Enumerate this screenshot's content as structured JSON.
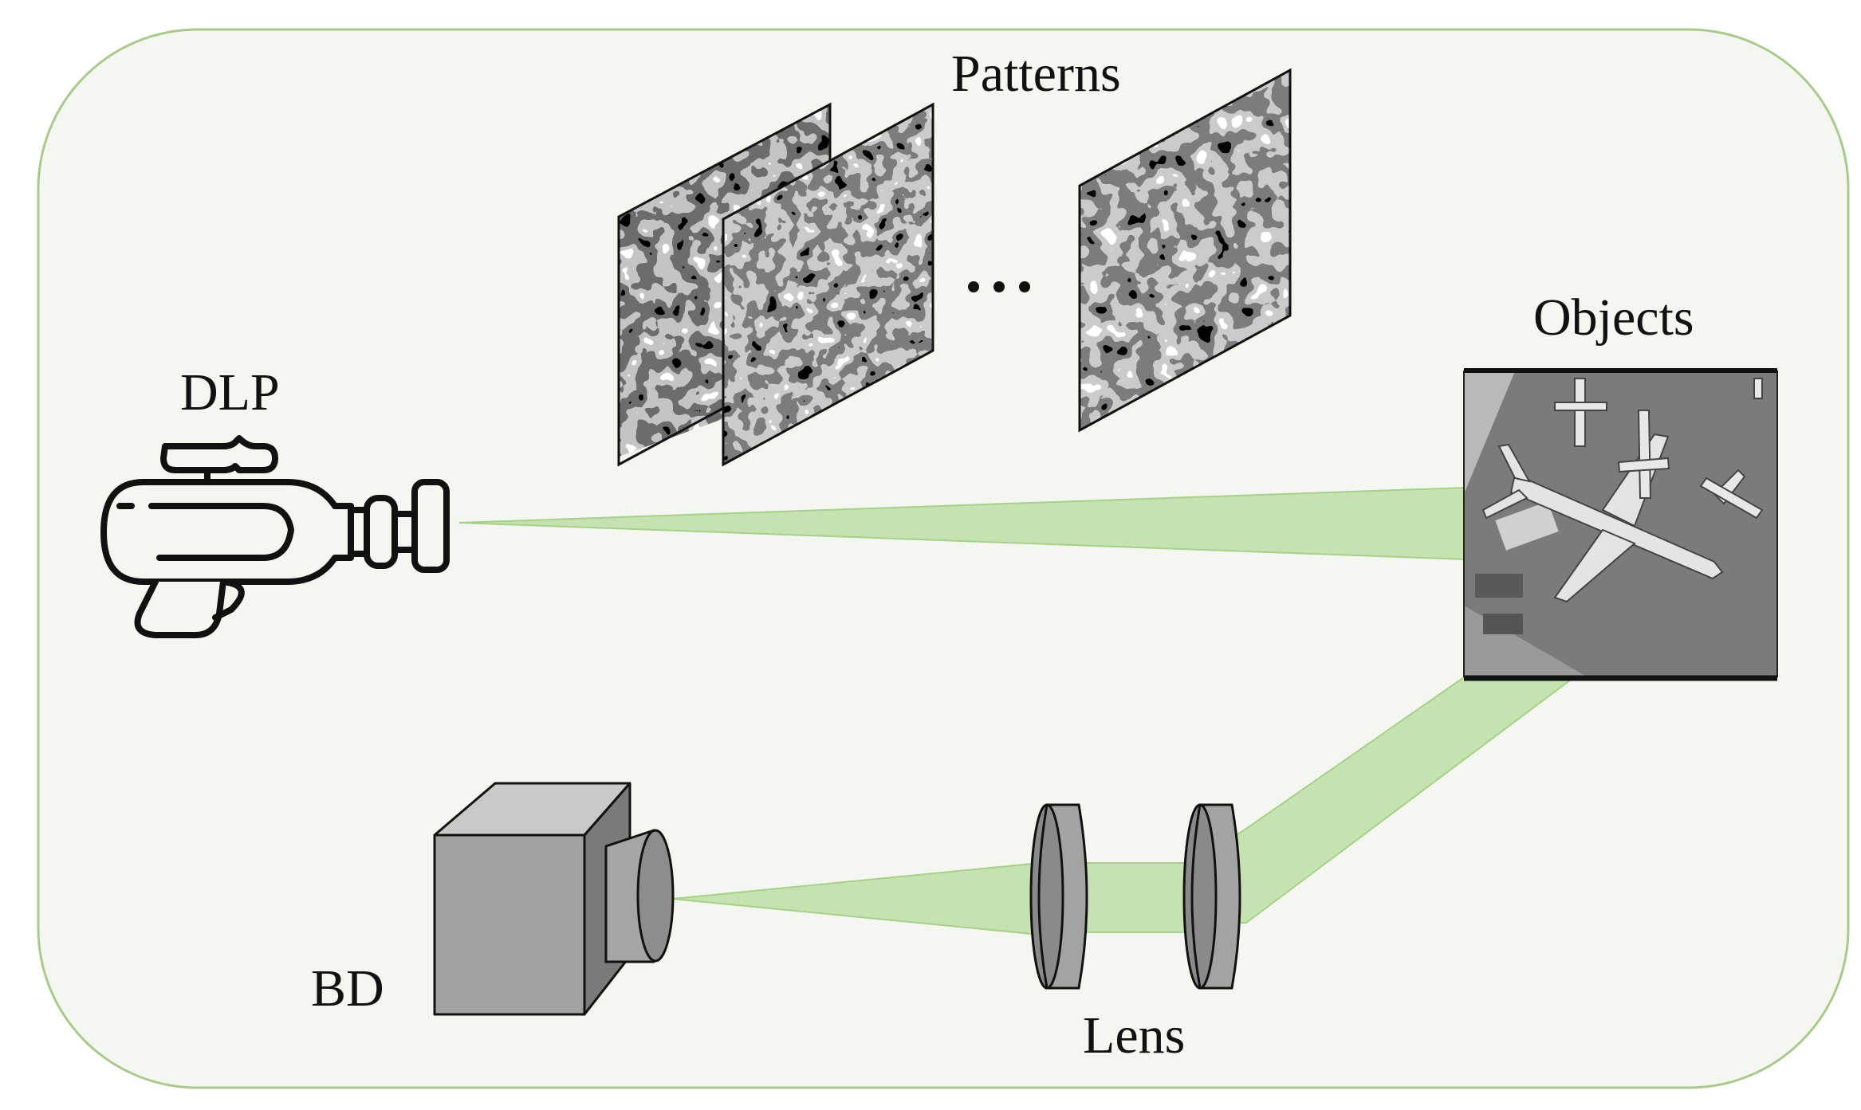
{
  "labels": {
    "patterns": "Patterns",
    "objects": "Objects",
    "dlp": "DLP",
    "bd": "BD",
    "lens": "Lens",
    "ellipsis": "..."
  },
  "colors": {
    "panel_fill": "#f4f7ef",
    "panel_stroke": "#a9c98e",
    "beam": "#c6e2b0",
    "beam_stroke": "#a7cf8d",
    "device_gray": "#a2a2a2",
    "device_dark": "#6f6f6f",
    "outline": "#111111"
  },
  "icons": {
    "dlp": "projector-gun-icon",
    "bd": "bucket-detector-camera-icon",
    "lens": "lens-icon",
    "object": "airplane-object-icon",
    "pattern": "speckle-pattern-icon"
  }
}
